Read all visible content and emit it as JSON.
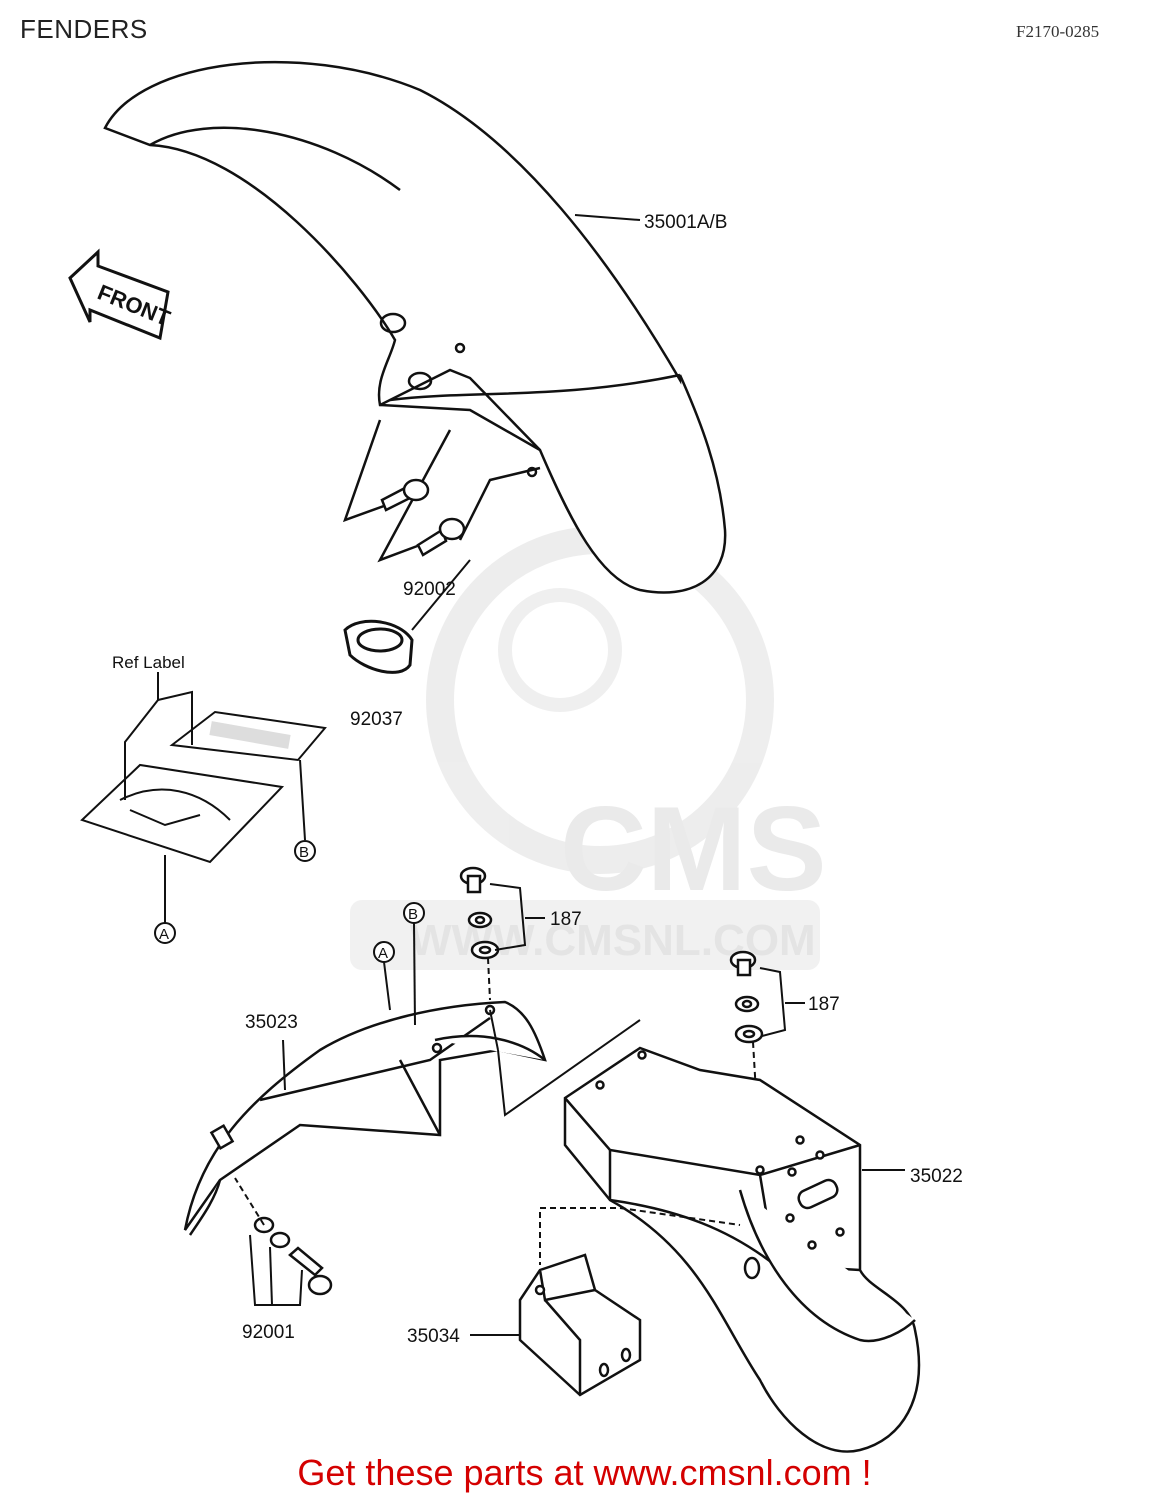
{
  "header": {
    "title": "FENDERS",
    "figure_code": "F2170-0285"
  },
  "direction_arrow": {
    "label": "FRONT"
  },
  "ref_label": {
    "title": "Ref Label",
    "marker_a": "A",
    "marker_b": "B"
  },
  "callouts": {
    "front_fender": "35001A/B",
    "bolt_front": "92002",
    "clamp": "92037",
    "washer_set_1": "187",
    "washer_set_2": "187",
    "rear_fender_front": "35023",
    "rear_fender_rear": "35022",
    "bracket": "35034",
    "bolt_rear": "92001",
    "marker_a": "A",
    "marker_b": "B"
  },
  "watermark": {
    "brand": "CMS",
    "url": "WWW.CMSNL.COM"
  },
  "footer": {
    "cta": "Get these parts at www.cmsnl.com !"
  },
  "colors": {
    "line": "#111111",
    "cta": "#d40000",
    "watermark": "#e6e6e6"
  }
}
